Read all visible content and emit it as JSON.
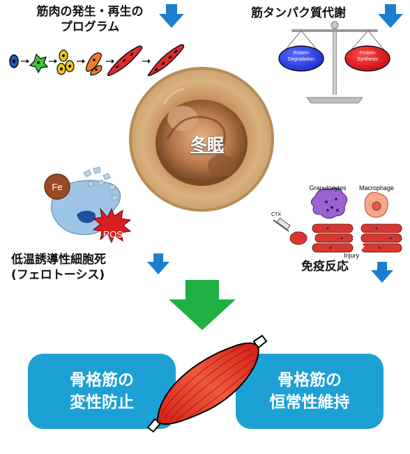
{
  "labels": {
    "top_left": "筋肉の発生・再生の\nプログラム",
    "top_right": "筋タンパク質代謝",
    "mid_left": "低温誘導性細胞死\n(フェロトーシス)",
    "mid_right": "免疫反応",
    "center": "冬眠"
  },
  "scale": {
    "left_pan": "Protein\nDegradation",
    "right_pan": "Protein\nSynthesis"
  },
  "ferroptosis": {
    "iron": "Fe",
    "ros": "ROS"
  },
  "immune": {
    "granulocytes": "Granulocytes",
    "macrophage": "Macrophage",
    "ctx": "CTX",
    "injury": "Injury"
  },
  "bottom": {
    "left_box": "骨格筋の\n変性防止",
    "right_box": "骨格筋の\n恒常性維持"
  },
  "colors": {
    "arrow_blue": "#1b7fcf",
    "arrow_green": "#1eb043",
    "box_blue": "#1da0d4",
    "muscle_red": "#e2271d"
  }
}
